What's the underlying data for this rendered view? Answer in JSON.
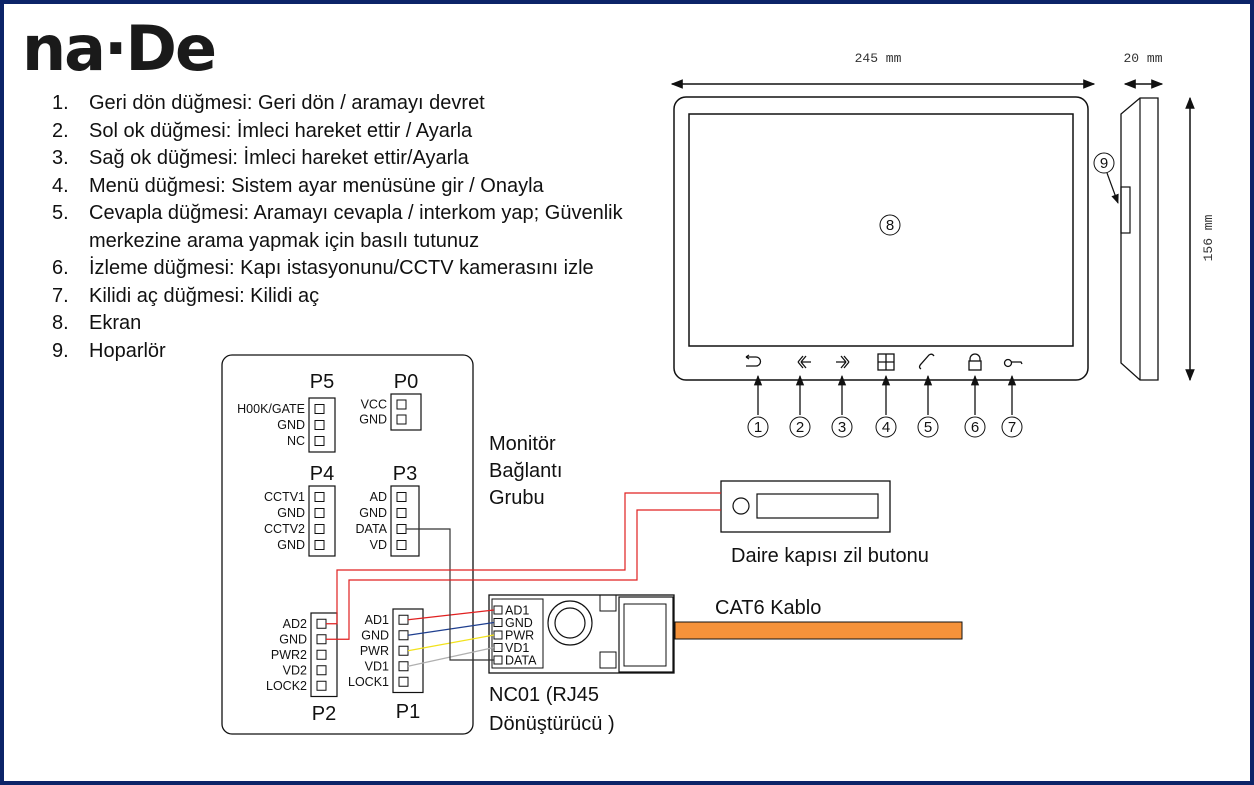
{
  "brand": {
    "logo_text": "na·De"
  },
  "legend": {
    "items": [
      {
        "num": "1.",
        "text": "Geri dön düğmesi: Geri dön / aramayı devret"
      },
      {
        "num": "2.",
        "text": "Sol ok düğmesi: İmleci hareket ettir / Ayarla"
      },
      {
        "num": "3.",
        "text": "Sağ ok düğmesi: İmleci hareket ettir/Ayarla"
      },
      {
        "num": "4.",
        "text": "Menü düğmesi: Sistem ayar menüsüne gir / Onayla"
      },
      {
        "num": "5.",
        "text": "Cevapla düğmesi: Aramayı cevapla / interkom yap; Güvenlik merkezine arama yapmak için basılı tutunuz"
      },
      {
        "num": "6.",
        "text": "İzleme düğmesi: Kapı istasyonunu/CCTV kamerasını izle"
      },
      {
        "num": "7.",
        "text": "Kilidi aç düğmesi: Kilidi aç"
      },
      {
        "num": "8.",
        "text": "Ekran"
      },
      {
        "num": "9.",
        "text": "Hoparlör"
      }
    ]
  },
  "monitor": {
    "width_label": "245 mm",
    "depth_label": "20 mm",
    "height_label": "156 mm",
    "screen_callout": "8",
    "speaker_callout": "9",
    "buttons": [
      {
        "callout": "1",
        "icon": "back-icon"
      },
      {
        "callout": "2",
        "icon": "left-arrow-icon"
      },
      {
        "callout": "3",
        "icon": "right-arrow-icon"
      },
      {
        "callout": "4",
        "icon": "menu-grid-icon"
      },
      {
        "callout": "5",
        "icon": "phone-icon"
      },
      {
        "callout": "6",
        "icon": "monitor-lock-icon"
      },
      {
        "callout": "7",
        "icon": "key-icon"
      }
    ]
  },
  "connection_group": {
    "title": "Monitör Bağlantı Grubu",
    "title_lines": [
      "Monitör",
      "Bağlantı",
      "Grubu"
    ],
    "ports": {
      "P5": {
        "name": "P5",
        "pins": [
          "H00K/GATE",
          "GND",
          "NC"
        ]
      },
      "P0": {
        "name": "P0",
        "pins": [
          "VCC",
          "GND"
        ]
      },
      "P4": {
        "name": "P4",
        "pins": [
          "CCTV1",
          "GND",
          "CCTV2",
          "GND"
        ]
      },
      "P3": {
        "name": "P3",
        "pins": [
          "AD",
          "GND",
          "DATA",
          "VD"
        ]
      },
      "P2": {
        "name": "P2",
        "pins": [
          "AD2",
          "GND",
          "PWR2",
          "VD2",
          "LOCK2"
        ]
      },
      "P1": {
        "name": "P1",
        "pins": [
          "AD1",
          "GND",
          "PWR",
          "VD1",
          "LOCK1"
        ]
      }
    }
  },
  "converter": {
    "label_lines": [
      "NC01 (RJ45",
      "Dönüştürücü )"
    ],
    "pins": [
      "AD1",
      "GND",
      "PWR",
      "VD1",
      "DATA"
    ]
  },
  "doorbell": {
    "label": "Daire kapısı zil butonu"
  },
  "cable": {
    "label": "CAT6 Kablo",
    "color": "#f5923a"
  },
  "wire_colors": {
    "AD1": "#e02020",
    "GND": "#1f3f8f",
    "PWR": "#f2e21c",
    "VD1": "#b0b0b0",
    "DATA": "#333333",
    "bell": "#e02020"
  },
  "frame_color": "#0c2468"
}
